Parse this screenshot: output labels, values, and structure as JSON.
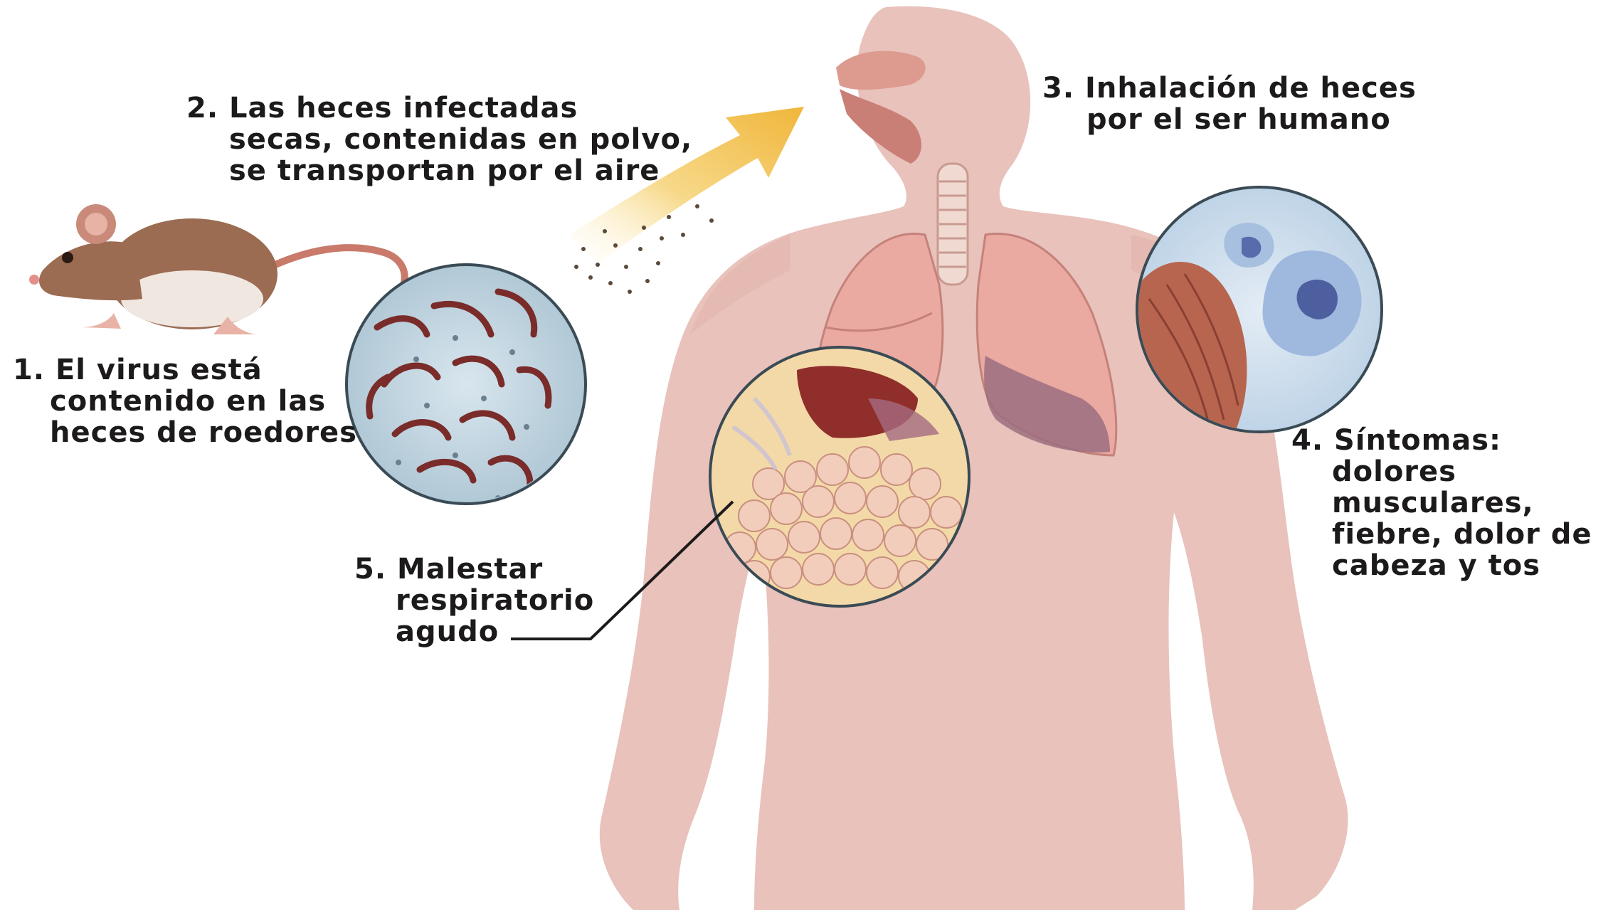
{
  "steps": [
    {
      "number": "1.",
      "lines": [
        "El virus está",
        "contenido en las",
        "heces de roedores"
      ]
    },
    {
      "number": "2.",
      "lines": [
        "Las heces infectadas",
        "secas, contenidas en polvo,",
        "se transportan por el aire"
      ]
    },
    {
      "number": "3.",
      "lines": [
        "Inhalación de heces",
        "por el ser humano"
      ]
    },
    {
      "number": "4.",
      "lines": [
        "Síntomas:",
        "dolores",
        "musculares,",
        "fiebre, dolor de",
        "cabeza y tos"
      ]
    },
    {
      "number": "5.",
      "lines": [
        "Malestar",
        "respiratorio",
        "agudo"
      ]
    }
  ],
  "colors": {
    "body_skin": "#e9c3bc",
    "lung": "#e8a7a0",
    "lung_dark": "#9b6f7f",
    "rodent": "#9a6a52",
    "virus": "#7a2c2a",
    "lens_bg": "#b9ced8",
    "dust_arrow": "#f2c14e",
    "alveoli": "#f1c6b0",
    "text": "#1c1a1a"
  }
}
